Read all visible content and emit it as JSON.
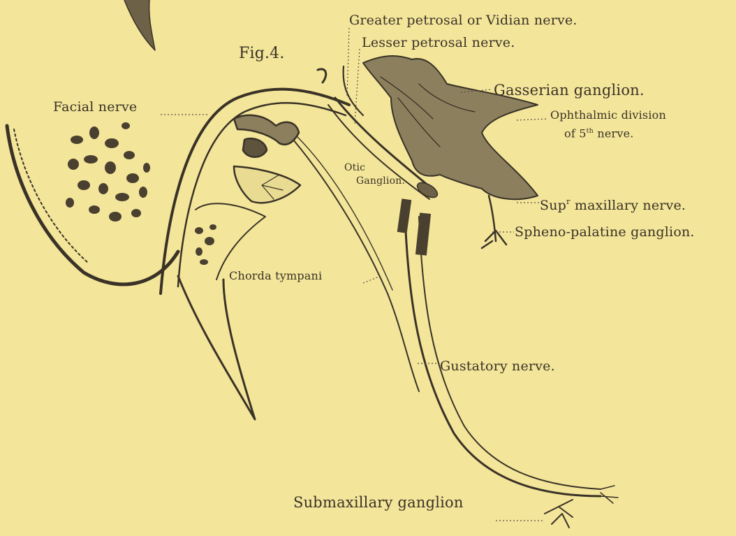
{
  "figure": {
    "fig_label": "Fig.4.",
    "background_color": "#f3e59a",
    "ink_color": "#3a3226",
    "labels": {
      "greater_petrosal": "Greater petrosal or Vidian nerve.",
      "lesser_petrosal": "Lesser petrosal nerve.",
      "gasserian": "Gasserian ganglion.",
      "ophthalmic_line1": "Ophthalmic division",
      "ophthalmic_line2_prefix": "of 5",
      "ophthalmic_line2_sup": "th",
      "ophthalmic_line2_suffix": " nerve.",
      "facial": "Facial nerve",
      "otic_line1": "Otic",
      "otic_line2": "Ganglion.",
      "sup_maxillary_prefix": "Sup",
      "sup_maxillary_sup": "r",
      "sup_maxillary_suffix": " maxillary nerve.",
      "spheno_palatine": "Spheno-palatine ganglion.",
      "chorda_tympani": "Chorda tympani",
      "gustatory": "Gustatory nerve.",
      "submaxillary": "Submaxillary ganglion"
    }
  }
}
